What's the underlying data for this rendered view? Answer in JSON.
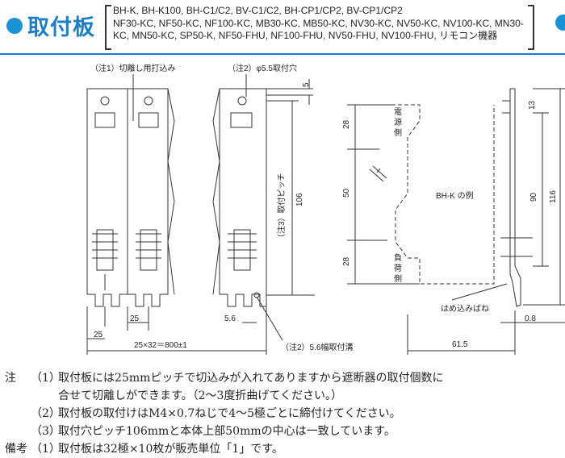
{
  "header": {
    "title": "取付板",
    "models_line1": "BH-K, BH-K100, BH-C1/C2, BV-C1/C2, BH-CP1/CP2, BV-CP1/CP2",
    "models_line2": "NF30-KC, NF50-KC, NF100-KC, MB30-KC, MB50-KC, NV30-KC, NV50-KC, NV100-KC, MN30-",
    "models_line3": "KC, MN50-KC, SP50-K, NF50-FHU, NF100-FHU, NV50-FHU, NV100-FHU, リモコン機器"
  },
  "drawing": {
    "note1_label": "（注1）切離し用打込み",
    "note2_label": "（注2）φ5.5取付穴",
    "note2_slot_label": "（注2）5.6幅取付溝",
    "note3_label": "（注3）取付ピッチ",
    "pitch_106": "106",
    "dim_5": "5",
    "dim_28_top": "28",
    "dim_50": "50",
    "dim_28_bottom": "28",
    "dim_13": "13",
    "dim_90": "90",
    "dim_116": "116",
    "dim_25_a": "25",
    "dim_25_b": "25",
    "dim_5_6": "5.6",
    "dim_total": "25×32＝800±1",
    "dim_61_5": "61.5",
    "dim_0_8": "0.8",
    "power_side": "電源側",
    "load_side": "負荷側",
    "breaker_example": "BH-K の例",
    "spring_label": "はめ込みばね"
  },
  "notes": {
    "head_note": "注",
    "head_remark": "備考",
    "n1_num": "（1）",
    "n1_line1": "取付板には25mmピッチで切込みが入れてありますから遮断器の取付個数に",
    "n1_line2": "合せて切離しができます。（2～3度折曲げてください。）",
    "n2_num": "（2）",
    "n2_text": "取付板の取付けはM4×0.7ねじで4～5極ごとに締付けてください。",
    "n3_num": "（3）",
    "n3_text": "取付穴ピッチ106mmと本体上部50mmの中心は一致しています。",
    "r1_num": "（1）",
    "r1_text": "取付板は32極×10枚が販売単位「1」です。"
  },
  "colors": {
    "accent": "#1a7fc8",
    "bullet": "#1a92d6",
    "line": "#333333"
  }
}
